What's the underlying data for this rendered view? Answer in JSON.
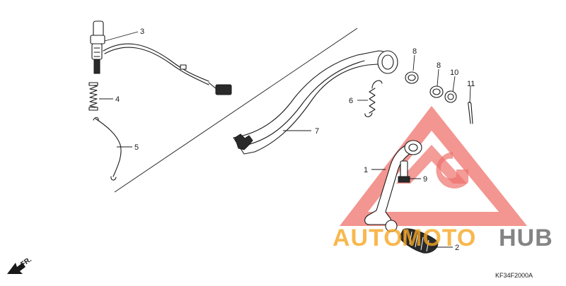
{
  "diagram_code": "KF34F2000A",
  "direction_label": "FR.",
  "watermark": {
    "word_left": "AUTO",
    "word_mid": "MOTO",
    "word_right": "HUB",
    "color_orange": "#f6a623",
    "color_red": "#e8423a",
    "color_gray": "#6e6e6e"
  },
  "callouts": [
    {
      "id": "1",
      "part": "brake pedal"
    },
    {
      "id": "2",
      "part": "pedal rubber"
    },
    {
      "id": "3",
      "part": "brake light switch"
    },
    {
      "id": "4",
      "part": "spring"
    },
    {
      "id": "5",
      "part": "rod"
    },
    {
      "id": "6",
      "part": "return spring"
    },
    {
      "id": "7",
      "part": "step holder"
    },
    {
      "id": "8",
      "part": "oil seal"
    },
    {
      "id": "9",
      "part": "bolt"
    },
    {
      "id": "10",
      "part": "washer"
    },
    {
      "id": "11",
      "part": "cotter pin"
    }
  ]
}
